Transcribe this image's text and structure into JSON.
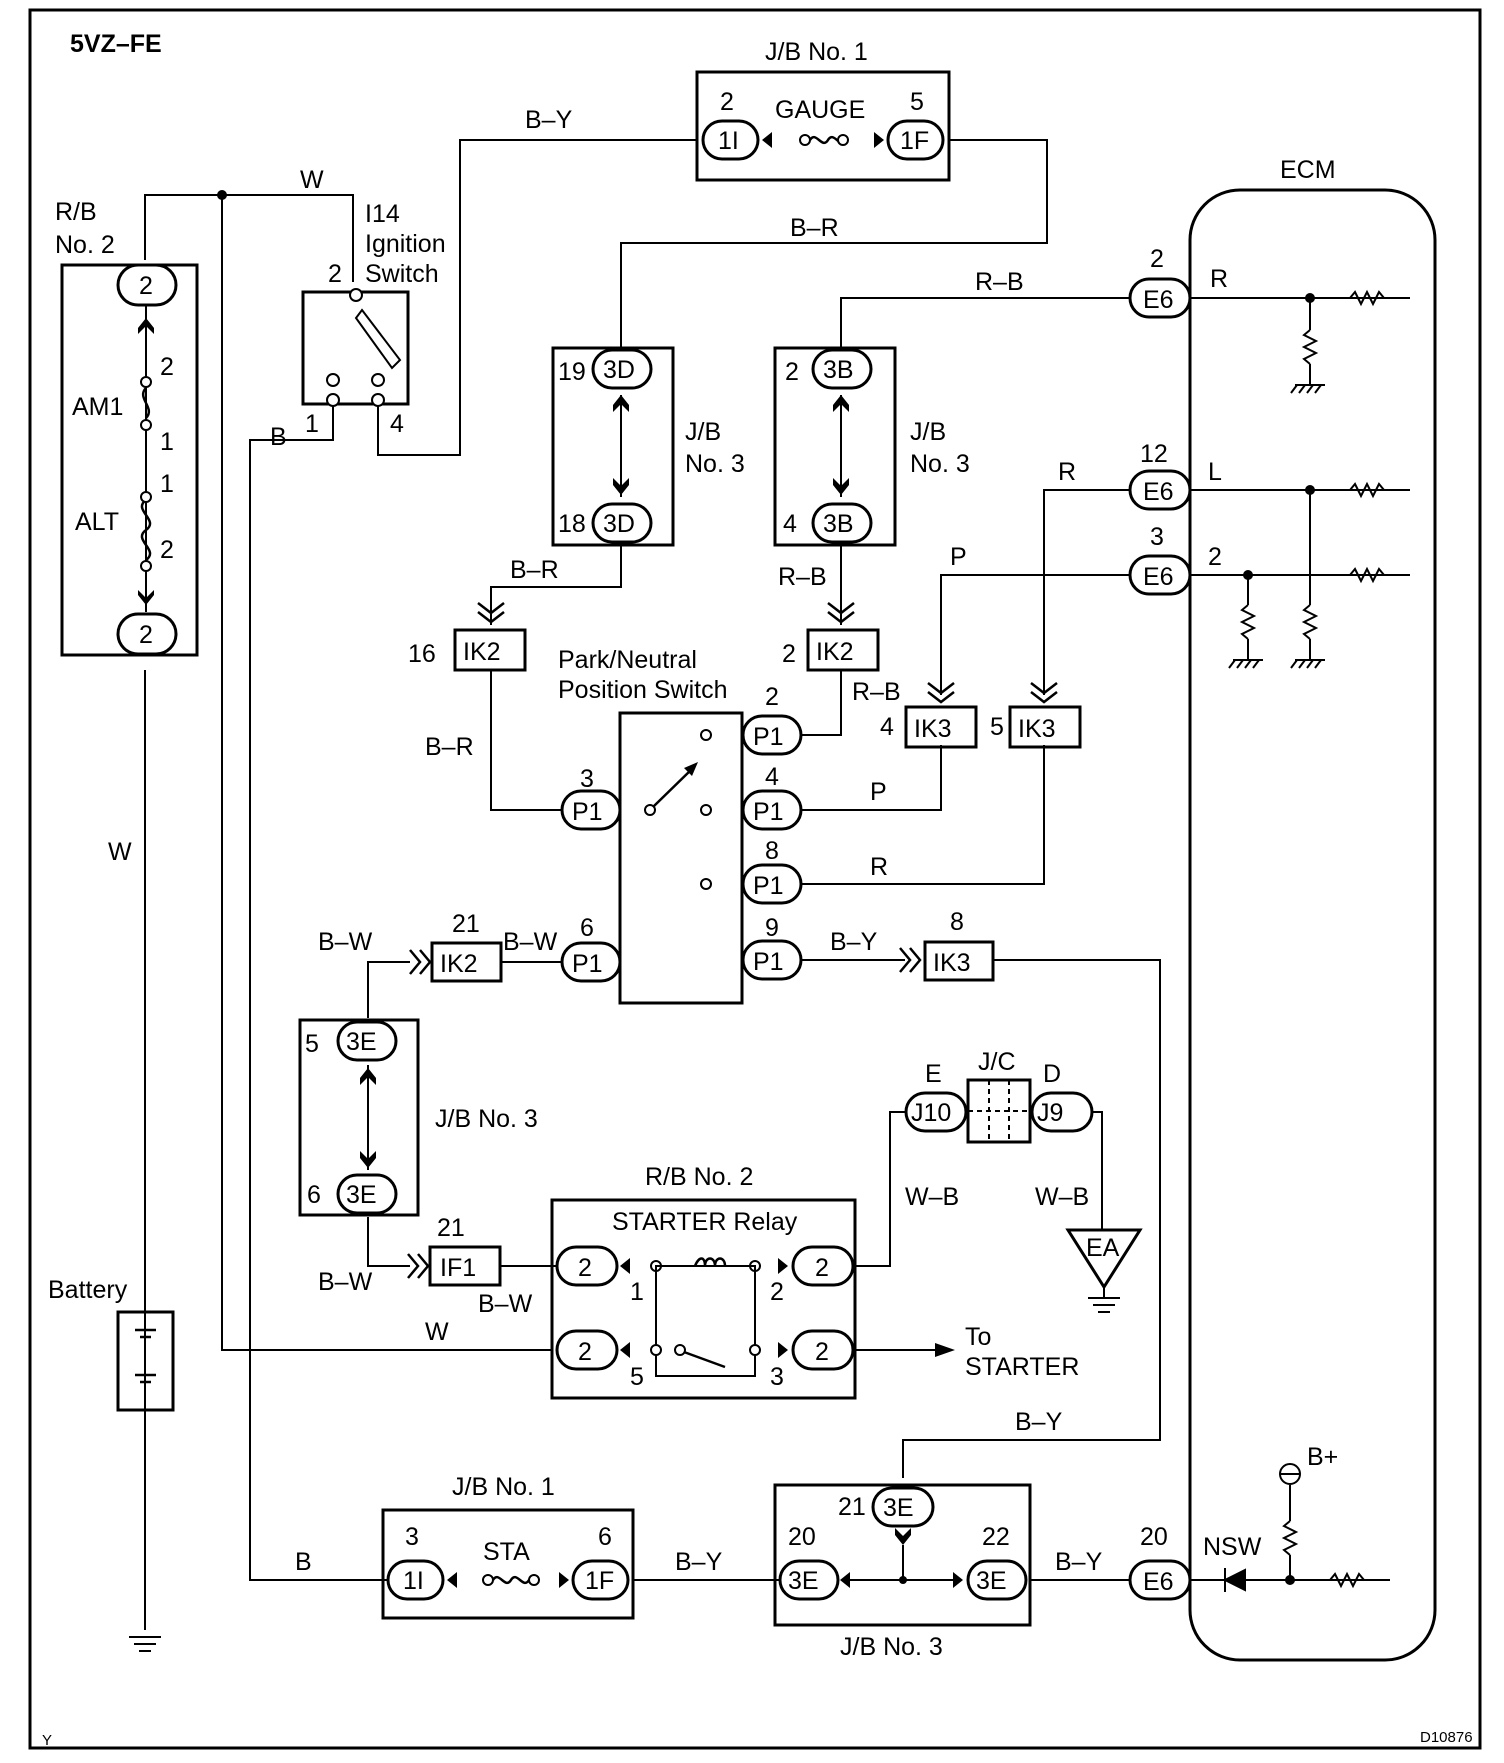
{
  "engine_code": "5VZ–FE",
  "figure_id": "D10876",
  "page_marker": "Y",
  "rb2_left": {
    "title1": "R/B",
    "title2": "No. 2",
    "top_conn": "2",
    "bottom_conn": "2",
    "am1": "AM1",
    "am1_p2": "2",
    "am1_p1": "1",
    "alt": "ALT",
    "alt_p1": "1",
    "alt_p2": "2"
  },
  "ignition": {
    "code": "I14",
    "line1": "Ignition",
    "line2": "Switch",
    "pin2": "2",
    "pin1": "1",
    "pin4": "4"
  },
  "jb1_gauge": {
    "title": "J/B No. 1",
    "fuse": "GAUGE",
    "left_pin": "2",
    "left_conn": "1I",
    "right_pin": "5",
    "right_conn": "1F"
  },
  "jb3_3d": {
    "title1": "J/B",
    "title2": "No. 3",
    "top_pin": "19",
    "top_conn": "3D",
    "bot_pin": "18",
    "bot_conn": "3D"
  },
  "jb3_3b": {
    "title1": "J/B",
    "title2": "No. 3",
    "top_pin": "2",
    "top_conn": "3B",
    "bot_pin": "4",
    "bot_conn": "3B"
  },
  "ecm": {
    "title": "ECM",
    "e6": "E6",
    "pin2": "2",
    "pin12": "12",
    "pin3": "3",
    "pin20": "20",
    "in_r": "R",
    "in_l": "L",
    "in_2": "2",
    "nsw": "NSW",
    "bplus": "B+"
  },
  "pnp": {
    "line1": "Park/Neutral",
    "line2": "Position Switch",
    "conn": "P1",
    "p2": "2",
    "p3": "3",
    "p4": "4",
    "p8": "8",
    "p6": "6",
    "p9": "9"
  },
  "ik": {
    "ik2": "IK2",
    "ik3": "IK3",
    "ik2_16": "16",
    "ik2_2": "2",
    "ik3_4": "4",
    "ik3_5": "5",
    "ik2_21": "21",
    "ik3_8": "8"
  },
  "jb3_3e": {
    "title": "J/B No. 3",
    "top_pin": "5",
    "bot_pin": "6",
    "conn": "3E"
  },
  "if1": {
    "pin": "21",
    "conn": "IF1"
  },
  "jc": {
    "title": "J/C",
    "e": "E",
    "d": "D",
    "j10": "J10",
    "j9": "J9",
    "ground": "EA"
  },
  "starter": {
    "rb": "R/B No. 2",
    "relay": "STARTER Relay",
    "conn": "2",
    "p1": "1",
    "p2": "2",
    "p5": "5",
    "p3": "3",
    "to1": "To",
    "to2": "STARTER"
  },
  "battery": "Battery",
  "jb1_sta": {
    "title": "J/B No. 1",
    "fuse": "STA",
    "left_pin": "3",
    "left_conn": "1I",
    "right_pin": "6",
    "right_conn": "1F"
  },
  "jb3_bottom": {
    "title": "J/B No. 3",
    "conn": "3E",
    "p21": "21",
    "p20": "20",
    "p22": "22"
  },
  "wires": {
    "w": "W",
    "b": "B",
    "by": "B–Y",
    "br": "B–R",
    "rb": "R–B",
    "r": "R",
    "p": "P",
    "bw": "B–W",
    "wb": "W–B"
  }
}
